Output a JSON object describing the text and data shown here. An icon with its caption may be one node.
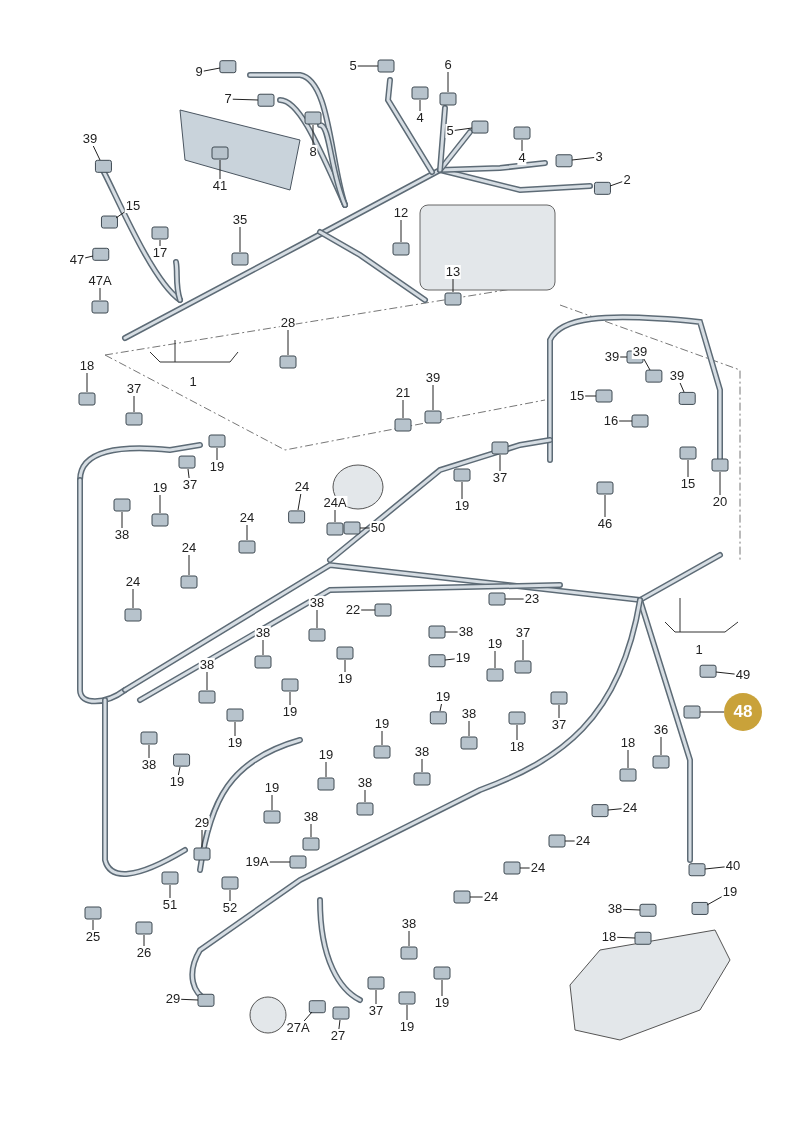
{
  "diagram": {
    "nodes": [
      {
        "text": [
          "9"
        ]
      },
      {
        "text": [
          "7"
        ]
      },
      {
        "text": [
          "5"
        ]
      },
      {
        "text": [
          "6"
        ]
      },
      {
        "text": [
          "4"
        ]
      },
      {
        "text": [
          "5"
        ]
      },
      {
        "text": [
          "8"
        ]
      },
      {
        "text": [
          "39"
        ]
      },
      {
        "text": [
          "4"
        ]
      },
      {
        "text": [
          "3"
        ]
      },
      {
        "text": [
          "2"
        ]
      },
      {
        "text": [
          "41"
        ]
      },
      {
        "text": [
          "15"
        ]
      },
      {
        "text": [
          "35"
        ]
      },
      {
        "text": [
          "12"
        ]
      },
      {
        "text": [
          "17"
        ]
      },
      {
        "text": [
          "47"
        ]
      },
      {
        "text": [
          "47A"
        ]
      },
      {
        "text": [
          "13"
        ]
      },
      {
        "text": [
          "28"
        ]
      },
      {
        "text": [
          "39"
        ]
      },
      {
        "text": [
          "39"
        ]
      },
      {
        "text": [
          "18"
        ]
      },
      {
        "text": [
          "39"
        ]
      },
      {
        "text": [
          "39"
        ]
      },
      {
        "text": [
          "37"
        ]
      },
      {
        "text": [
          "21"
        ]
      },
      {
        "text": [
          "15"
        ]
      },
      {
        "text": [
          "16"
        ]
      },
      {
        "text": [
          "19"
        ]
      },
      {
        "text": [
          "37"
        ]
      },
      {
        "text": [
          "15"
        ]
      },
      {
        "text": [
          "37"
        ]
      },
      {
        "text": [
          "24"
        ]
      },
      {
        "text": [
          "19"
        ]
      },
      {
        "text": [
          "20"
        ]
      },
      {
        "text": [
          "19"
        ]
      },
      {
        "text": [
          "24A"
        ]
      },
      {
        "text": [
          "24"
        ]
      },
      {
        "text": [
          "46"
        ]
      },
      {
        "text": [
          "50"
        ]
      },
      {
        "text": [
          "38"
        ]
      },
      {
        "text": [
          "24"
        ]
      },
      {
        "text": [
          "24"
        ]
      },
      {
        "text": [
          "23"
        ]
      },
      {
        "text": [
          "38"
        ]
      },
      {
        "text": [
          "22"
        ]
      },
      {
        "text": [
          "38"
        ]
      },
      {
        "text": [
          "38"
        ]
      },
      {
        "text": [
          "19"
        ]
      },
      {
        "text": [
          "37"
        ]
      },
      {
        "text": [
          "19"
        ]
      },
      {
        "text": [
          "38"
        ]
      },
      {
        "text": [
          "49"
        ]
      },
      {
        "text": [
          "19"
        ]
      },
      {
        "text": [
          "19"
        ]
      },
      {
        "text": [
          "48"
        ]
      },
      {
        "text": [
          "19"
        ]
      },
      {
        "text": [
          "38"
        ]
      },
      {
        "text": [
          "37"
        ]
      },
      {
        "text": [
          "36"
        ]
      },
      {
        "text": [
          "19"
        ]
      },
      {
        "text": [
          "19"
        ]
      },
      {
        "text": [
          "18"
        ]
      },
      {
        "text": [
          "18"
        ]
      },
      {
        "text": [
          "38"
        ]
      },
      {
        "text": [
          "19"
        ]
      },
      {
        "text": [
          "38"
        ]
      },
      {
        "text": [
          "19"
        ]
      },
      {
        "text": [
          "38"
        ]
      },
      {
        "text": [
          "19"
        ]
      },
      {
        "text": [
          "24"
        ]
      },
      {
        "text": [
          "38"
        ]
      },
      {
        "text": [
          "29"
        ]
      },
      {
        "text": [
          "24"
        ]
      },
      {
        "text": [
          "19A"
        ]
      },
      {
        "text": [
          "40"
        ]
      },
      {
        "text": [
          "24"
        ]
      },
      {
        "text": [
          "19"
        ]
      },
      {
        "text": [
          "24"
        ]
      },
      {
        "text": [
          "51"
        ]
      },
      {
        "text": [
          "52"
        ]
      },
      {
        "text": [
          "38"
        ]
      },
      {
        "text": [
          "38"
        ]
      },
      {
        "text": [
          "18"
        ]
      },
      {
        "text": [
          "25"
        ]
      },
      {
        "text": [
          "26"
        ]
      },
      {
        "text": [
          "29"
        ]
      },
      {
        "text": [
          "37"
        ]
      },
      {
        "text": [
          "19"
        ]
      },
      {
        "text": [
          "27A"
        ]
      },
      {
        "text": [
          "19"
        ]
      },
      {
        "text": [
          "27"
        ]
      }
    ],
    "edges": [
      {
        "from": 0,
        "to": null,
        "arrow": "none"
      },
      {
        "from": 1,
        "to": null,
        "arrow": "none"
      },
      {
        "from": 2,
        "to": null,
        "arrow": "none"
      },
      {
        "from": 3,
        "to": null,
        "arrow": "none"
      },
      {
        "from": 4,
        "to": null,
        "arrow": "none"
      },
      {
        "from": 5,
        "to": null,
        "arrow": "none"
      },
      {
        "from": 6,
        "to": null,
        "arrow": "none"
      },
      {
        "from": 7,
        "to": null,
        "arrow": "none"
      },
      {
        "from": 8,
        "to": null,
        "arrow": "none"
      },
      {
        "from": 9,
        "to": null,
        "arrow": "none"
      },
      {
        "from": 10,
        "to": null,
        "arrow": "none"
      },
      {
        "from": 11,
        "to": null,
        "arrow": "none"
      },
      {
        "from": 12,
        "to": null,
        "arrow": "none"
      },
      {
        "from": 13,
        "to": null,
        "arrow": "none"
      },
      {
        "from": 14,
        "to": null,
        "arrow": "none"
      },
      {
        "from": 15,
        "to": null,
        "arrow": "none"
      },
      {
        "from": 16,
        "to": null,
        "arrow": "none"
      },
      {
        "from": 17,
        "to": null,
        "arrow": "none"
      },
      {
        "from": 18,
        "to": null,
        "arrow": "none"
      },
      {
        "from": 19,
        "to": null,
        "arrow": "none"
      },
      {
        "from": 20,
        "to": null,
        "arrow": "none"
      },
      {
        "from": 21,
        "to": null,
        "arrow": "none"
      },
      {
        "from": 22,
        "to": null,
        "arrow": "none"
      },
      {
        "from": 23,
        "to": null,
        "arrow": "none"
      },
      {
        "from": 24,
        "to": null,
        "arrow": "none"
      },
      {
        "from": 25,
        "to": null,
        "arrow": "none"
      },
      {
        "from": 26,
        "to": null,
        "arrow": "none"
      },
      {
        "from": 27,
        "to": null,
        "arrow": "none"
      },
      {
        "from": 28,
        "to": null,
        "arrow": "none"
      },
      {
        "from": 29,
        "to": null,
        "arrow": "none"
      },
      {
        "from": 30,
        "to": null,
        "arrow": "none"
      },
      {
        "from": 31,
        "to": null,
        "arrow": "none"
      },
      {
        "from": 32,
        "to": null,
        "arrow": "none"
      },
      {
        "from": 33,
        "to": null,
        "arrow": "none"
      },
      {
        "from": 34,
        "to": null,
        "arrow": "none"
      },
      {
        "from": 35,
        "to": null,
        "arrow": "none"
      },
      {
        "from": 36,
        "to": null,
        "arrow": "none"
      },
      {
        "from": 37,
        "to": null,
        "arrow": "none"
      },
      {
        "from": 38,
        "to": null,
        "arrow": "none"
      },
      {
        "from": 39,
        "to": null,
        "arrow": "none"
      },
      {
        "from": 40,
        "to": null,
        "arrow": "none"
      },
      {
        "from": 41,
        "to": null,
        "arrow": "none"
      },
      {
        "from": 42,
        "to": null,
        "arrow": "none"
      },
      {
        "from": 43,
        "to": null,
        "arrow": "none"
      },
      {
        "from": 44,
        "to": null,
        "arrow": "none"
      },
      {
        "from": 45,
        "to": null,
        "arrow": "none"
      },
      {
        "from": 46,
        "to": null,
        "arrow": "none"
      },
      {
        "from": 47,
        "to": null,
        "arrow": "none"
      },
      {
        "from": 48,
        "to": null,
        "arrow": "none"
      },
      {
        "from": 49,
        "to": null,
        "arrow": "none"
      },
      {
        "from": 50,
        "to": null,
        "arrow": "none"
      },
      {
        "from": 51,
        "to": null,
        "arrow": "none"
      },
      {
        "from": 52,
        "to": null,
        "arrow": "none"
      },
      {
        "from": 53,
        "to": null,
        "arrow": "none"
      },
      {
        "from": 54,
        "to": null,
        "arrow": "none"
      },
      {
        "from": 55,
        "to": null,
        "arrow": "none"
      },
      {
        "from": 56,
        "to": null,
        "arrow": "none"
      },
      {
        "from": 57,
        "to": null,
        "arrow": "none"
      },
      {
        "from": 58,
        "to": null,
        "arrow": "none"
      },
      {
        "from": 59,
        "to": null,
        "arrow": "none"
      },
      {
        "from": 60,
        "to": null,
        "arrow": "none"
      },
      {
        "from": 61,
        "to": null,
        "arrow": "none"
      },
      {
        "from": 62,
        "to": null,
        "arrow": "none"
      },
      {
        "from": 63,
        "to": null,
        "arrow": "none"
      },
      {
        "from": 64,
        "to": null,
        "arrow": "none"
      },
      {
        "from": 65,
        "to": null,
        "arrow": "none"
      },
      {
        "from": 66,
        "to": null,
        "arrow": "none"
      },
      {
        "from": 67,
        "to": null,
        "arrow": "none"
      },
      {
        "from": 68,
        "to": null,
        "arrow": "none"
      },
      {
        "from": 69,
        "to": null,
        "arrow": "none"
      },
      {
        "from": 70,
        "to": null,
        "arrow": "none"
      },
      {
        "from": 71,
        "to": null,
        "arrow": "none"
      },
      {
        "from": 72,
        "to": null,
        "arrow": "none"
      },
      {
        "from": 73,
        "to": null,
        "arrow": "none"
      },
      {
        "from": 74,
        "to": null,
        "arrow": "none"
      },
      {
        "from": 75,
        "to": null,
        "arrow": "none"
      },
      {
        "from": 76,
        "to": null,
        "arrow": "none"
      },
      {
        "from": 77,
        "to": null,
        "arrow": "none"
      },
      {
        "from": 78,
        "to": null,
        "arrow": "none"
      },
      {
        "from": 79,
        "to": null,
        "arrow": "none"
      },
      {
        "from": 80,
        "to": null,
        "arrow": "none"
      },
      {
        "from": 81,
        "to": null,
        "arrow": "none"
      },
      {
        "from": 82,
        "to": null,
        "arrow": "none"
      },
      {
        "from": 83,
        "to": null,
        "arrow": "none"
      },
      {
        "from": 84,
        "to": null,
        "arrow": "none"
      },
      {
        "from": 85,
        "to": null,
        "arrow": "none"
      },
      {
        "from": 86,
        "to": null,
        "arrow": "none"
      },
      {
        "from": 87,
        "to": null,
        "arrow": "none"
      },
      {
        "from": 88,
        "to": null,
        "arrow": "none"
      },
      {
        "from": 89,
        "to": null,
        "arrow": "none"
      },
      {
        "from": 90,
        "to": null,
        "arrow": "none"
      },
      {
        "from": 91,
        "to": null,
        "arrow": "none"
      },
      {
        "from": 92,
        "to": null,
        "arrow": "none"
      }
    ],
    "labels": [
      "1",
      "1"
    ]
  }
}
